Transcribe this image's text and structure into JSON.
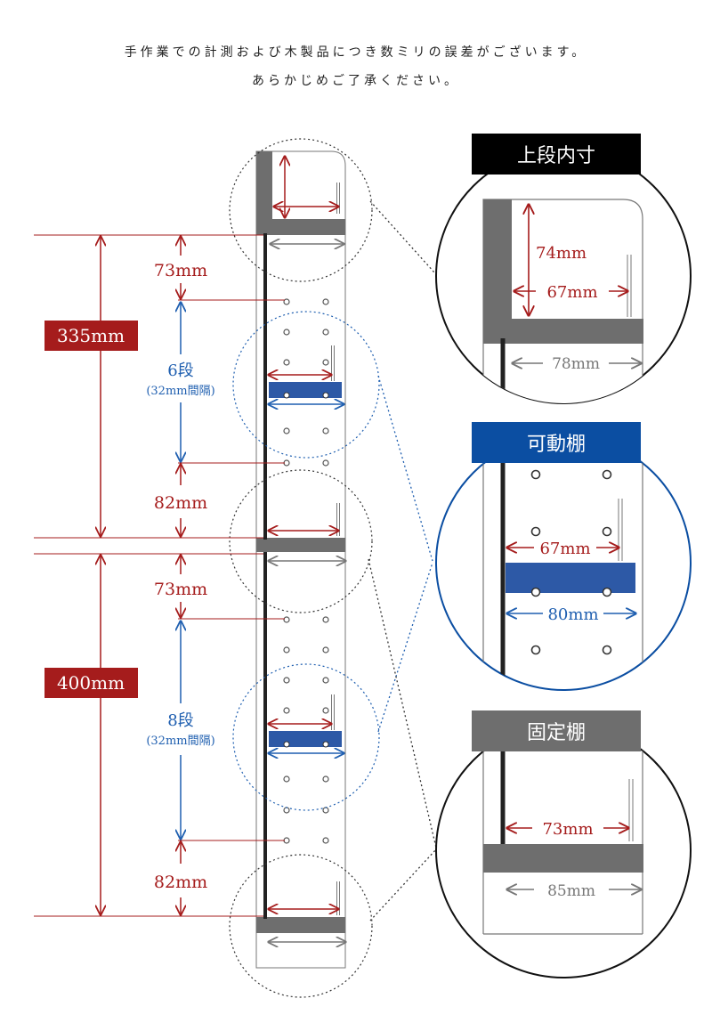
{
  "notice": {
    "line1": "手作業での計測および木製品につき数ミリの誤差がございます。",
    "line2": "あらかじめご了承ください。"
  },
  "diagram": {
    "upper_section": {
      "height": "335mm",
      "top_gap": "73mm",
      "shelves_count": "6段",
      "shelves_pitch": "(32mm間隔)",
      "bottom_gap": "82mm"
    },
    "lower_section": {
      "height": "400mm",
      "top_gap": "73mm",
      "shelves_count": "8段",
      "shelves_pitch": "(32mm間隔)",
      "bottom_gap": "82mm"
    },
    "details": {
      "top": {
        "title": "上段内寸",
        "height": "74mm",
        "inner_depth": "67mm",
        "outer_depth": "78mm",
        "title_bg": "#000000"
      },
      "movable": {
        "title": "可動棚",
        "inner_depth": "67mm",
        "shelf_depth": "80mm",
        "title_bg": "#0b4ea2"
      },
      "fixed": {
        "title": "固定棚",
        "inner_depth": "73mm",
        "shelf_depth": "85mm",
        "title_bg": "#6e6e6e"
      }
    },
    "colors": {
      "red": "#a51c1c",
      "blue": "#1f5fb0",
      "gray": "#6e6e6e",
      "shelf_blue": "#2d59a6"
    }
  }
}
